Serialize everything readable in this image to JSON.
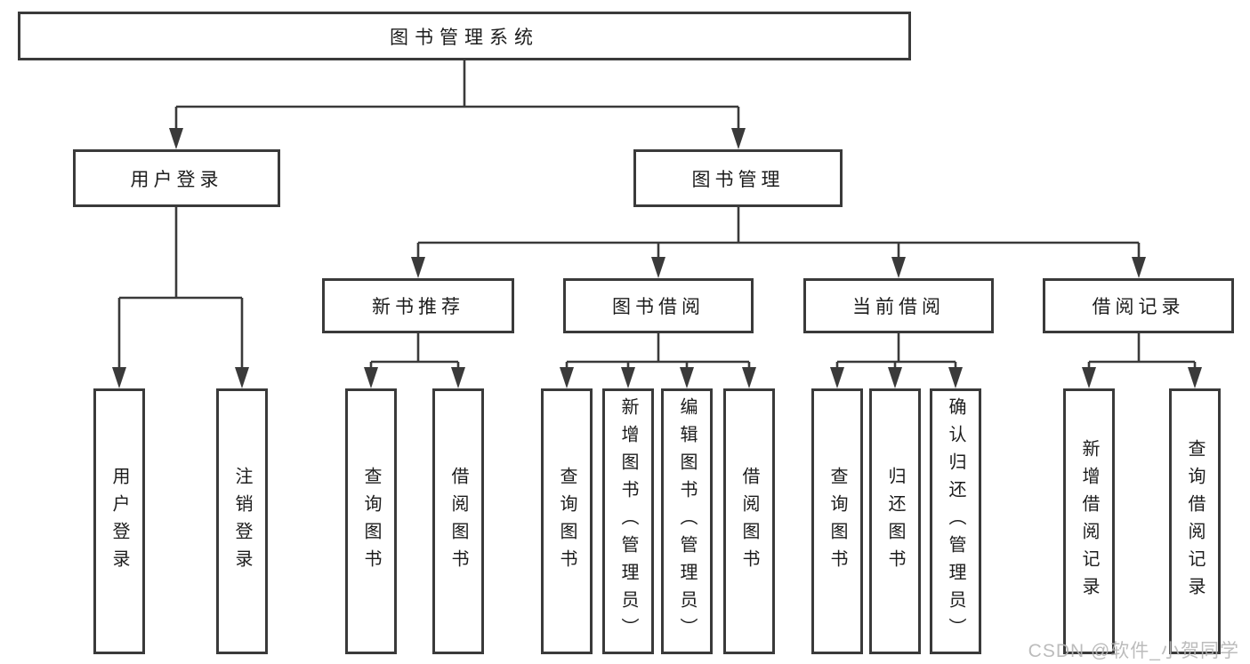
{
  "diagram": {
    "root": {
      "label": "图书管理系统"
    },
    "level2": [
      {
        "label": "用户登录"
      },
      {
        "label": "图书管理"
      }
    ],
    "level3": [
      {
        "label": "新书推荐",
        "parent": "图书管理"
      },
      {
        "label": "图书借阅",
        "parent": "图书管理"
      },
      {
        "label": "当前借阅",
        "parent": "图书管理"
      },
      {
        "label": "借阅记录",
        "parent": "图书管理"
      }
    ],
    "leaves": [
      {
        "label": "用户登录",
        "parent": "用户登录"
      },
      {
        "label": "注销登录",
        "parent": "用户登录"
      },
      {
        "label": "查询图书",
        "parent": "新书推荐"
      },
      {
        "label": "借阅图书",
        "parent": "新书推荐"
      },
      {
        "label": "查询图书",
        "parent": "图书借阅"
      },
      {
        "label": "新增图书（管理员）",
        "parent": "图书借阅"
      },
      {
        "label": "编辑图书（管理员）",
        "parent": "图书借阅"
      },
      {
        "label": "借阅图书",
        "parent": "图书借阅"
      },
      {
        "label": "查询图书",
        "parent": "当前借阅"
      },
      {
        "label": "归还图书",
        "parent": "当前借阅"
      },
      {
        "label": "确认归还（管理员）",
        "parent": "当前借阅"
      },
      {
        "label": "新增借阅记录",
        "parent": "借阅记录"
      },
      {
        "label": "查询借阅记录",
        "parent": "借阅记录"
      }
    ],
    "colors": {
      "line": "#3a3a3a",
      "box_border": "#3a3a3a",
      "text": "#1c1c1c",
      "background": "#ffffff",
      "watermark": "#b5b5b5"
    }
  },
  "watermark": {
    "text": "CSDN @软件_小贺同学"
  }
}
